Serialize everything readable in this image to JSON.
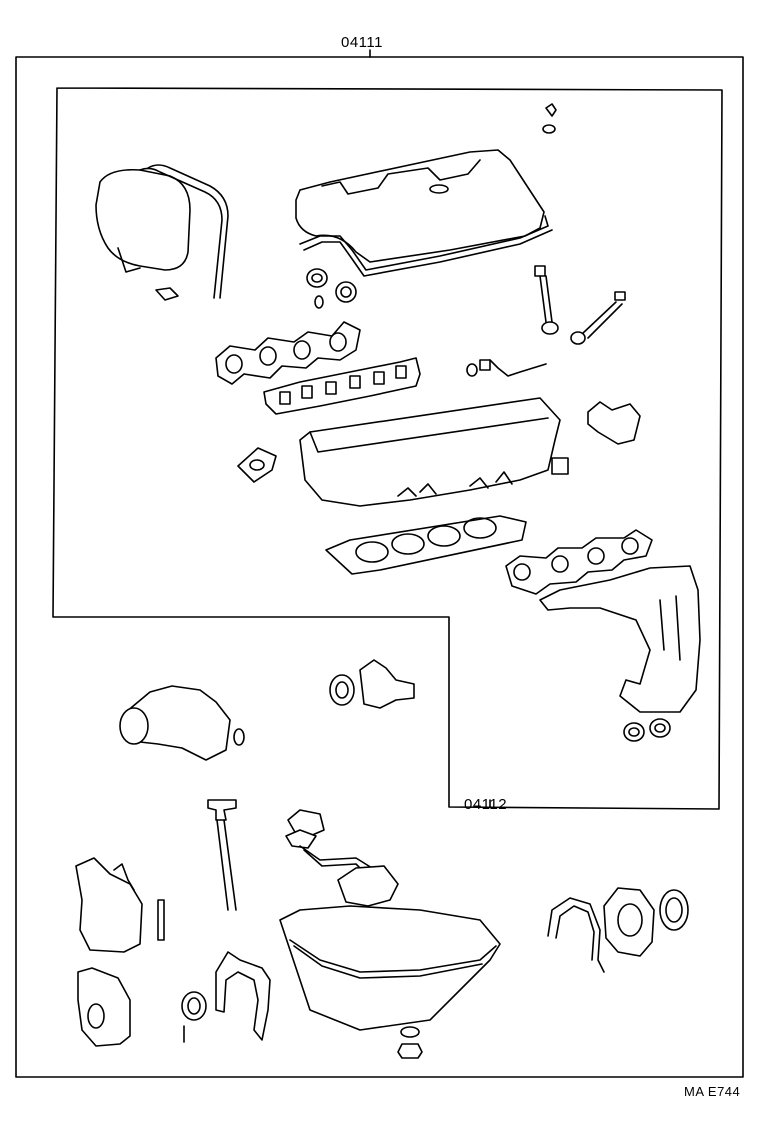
{
  "labels": {
    "outer_kit": "04111",
    "inner_kit": "04112",
    "figure_code": "MA E744"
  }
}
